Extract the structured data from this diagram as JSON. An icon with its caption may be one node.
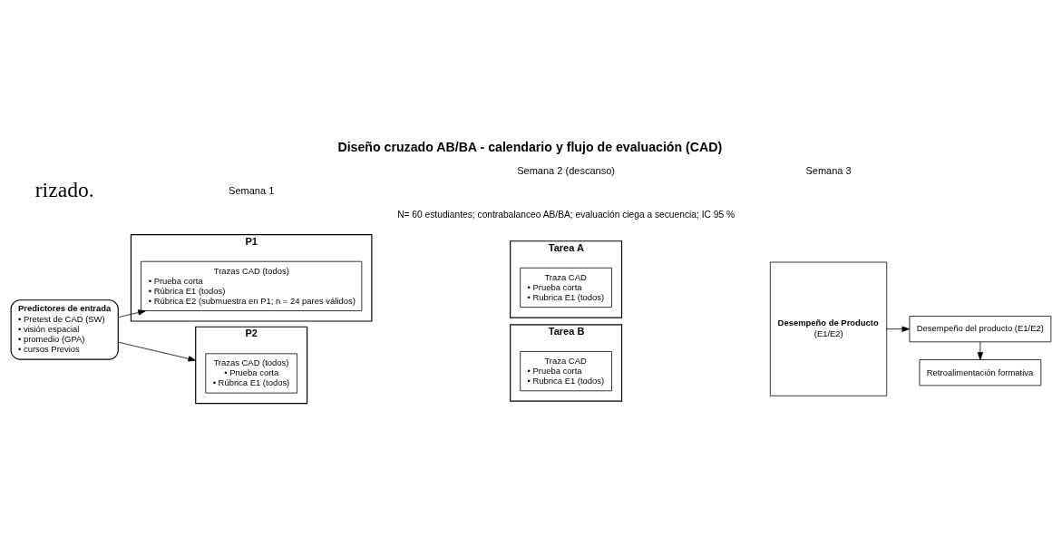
{
  "diagram": {
    "title": "Diseño cruzado AB/BA - calendario y flujo de evaluación (CAD)",
    "caption": "N= 60 estudiantes; contrabalanceo AB/BA; evaluación ciega a secuencia; IC 95 %",
    "nodes": [
      {
        "text": [
          "Predictores de entrada",
          "• Pretest de CAD (SW)",
          "• visión espacial",
          "• promedio (GPA)",
          "• cursos Previos"
        ]
      },
      {
        "text": [
          "P1"
        ]
      },
      {
        "text": [
          "Trazas CAD (todos)",
          "• Prueba corta",
          "• Rúbrica E1 (todos)",
          "• Rúbrica E2 (submuestra en P1; n = 24 pares válidos)"
        ],
        "in": 1
      },
      {
        "text": [
          "Tarea A"
        ]
      },
      {
        "text": [
          "Traza CAD",
          "• Prueba corta",
          "• Rubrica E1 (todos)"
        ],
        "in": 3
      },
      {
        "text": [
          "P2"
        ]
      },
      {
        "text": [
          "Trazas CAD (todos)",
          "• Prueba corta",
          "• Rúbrica E1 (todos)"
        ],
        "in": 5
      },
      {
        "text": [
          "Tarea B"
        ]
      },
      {
        "text": [
          "Traza CAD",
          "• Prueba corta",
          "• Rubrica E1 (todos)"
        ],
        "in": 7
      },
      {
        "text": [
          "Desempeño de Producto",
          "(E1/E2)"
        ]
      },
      {
        "text": [
          "Desempeño del producto (E1/E2)"
        ]
      },
      {
        "text": [
          "Retroalimentación formativa"
        ]
      }
    ],
    "edges": [
      {
        "from": 0,
        "to": 2,
        "arrow": "to"
      },
      {
        "from": 0,
        "to": 5,
        "arrow": "to"
      },
      {
        "from": 9,
        "to": 10,
        "arrow": "to"
      },
      {
        "from": 10,
        "to": 11,
        "arrow": "to"
      }
    ],
    "labels": [
      "rizado.",
      "Semana 1",
      "Semana 2 (descanso)",
      "Semana 3"
    ]
  }
}
